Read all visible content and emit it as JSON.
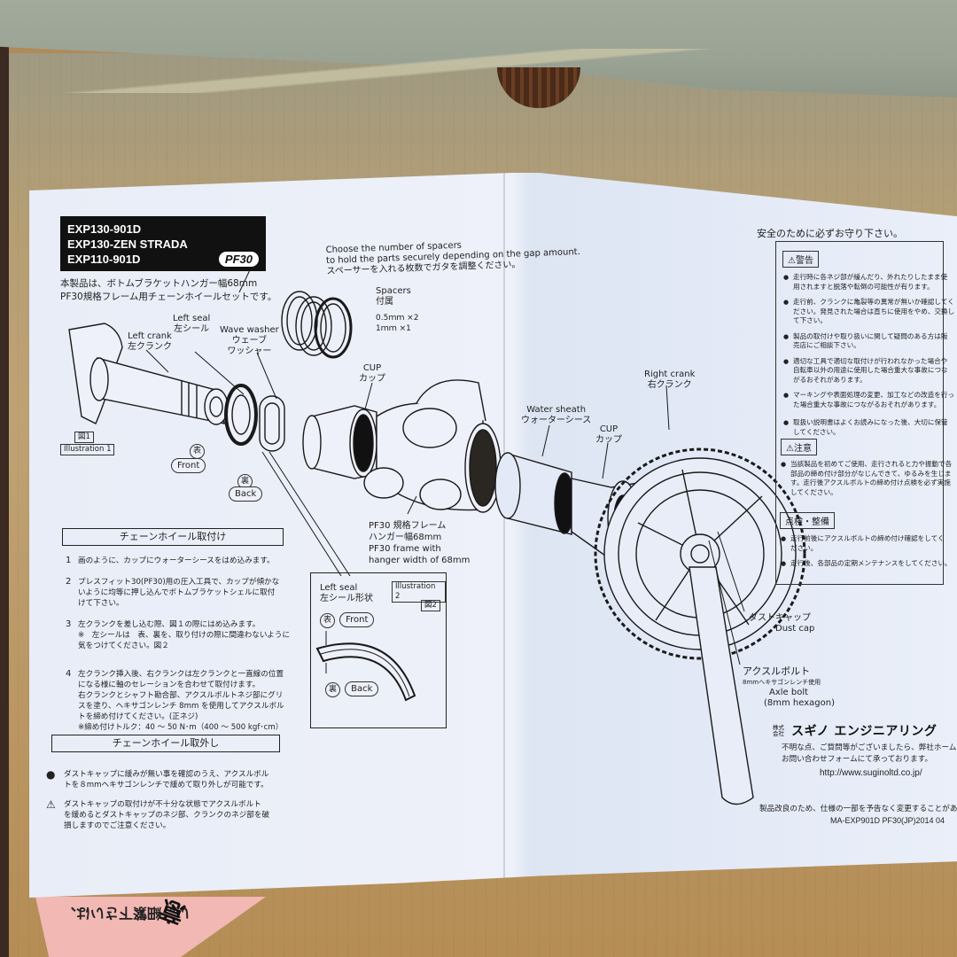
{
  "scene": {
    "description": "Printed bicycle chainwheel installation instruction sheet on a cardboard box",
    "colors": {
      "paper": "#eef1f9",
      "ink": "#1a1a1a",
      "cardboard": "#b58d55",
      "box_lid": "#9aa394",
      "pink_sheet": "#f2b8b4"
    },
    "pink_sheet_text": [
      "い。",
      "細繁下さい",
      "は、"
    ],
    "pink_sheet_big": "意"
  },
  "header": {
    "models": [
      "EXP130-901D",
      "EXP130-ZEN STRADA",
      "EXP110-901D"
    ],
    "badge": "PF30",
    "intro_lines": [
      "本製品は、ボトムブラケットハンガー幅68mm",
      "PF30規格フレーム用チェーンホイールセットです。"
    ]
  },
  "diagram": {
    "spacer_note": {
      "en_lines": [
        "Choose the number of spacers",
        "to hold the parts securely depending on the gap amount."
      ],
      "jp": "スペーサーを入れる枚数でガタを調整ください。"
    },
    "spacers": {
      "en": "Spacers",
      "jp": "付属",
      "sizes": [
        "0.5ｍｍ ×2",
        "1ｍｍ ×1"
      ]
    },
    "left_seal": {
      "en": "Left seal",
      "jp": "左シール"
    },
    "wave_washer": {
      "en": "Wave washer",
      "jp_lines": [
        "ウェーブ",
        "ワッシャー"
      ]
    },
    "left_crank": {
      "en": "Left crank",
      "jp": "左クランク"
    },
    "cup_left": {
      "en": "CUP",
      "jp": "カップ"
    },
    "cup_right": {
      "en": "CUP",
      "jp": "カップ"
    },
    "water_sheath": {
      "en": "Water sheath",
      "jp": "ウォーターシース"
    },
    "right_crank": {
      "en": "Right crank",
      "jp": "右クランク"
    },
    "frame": {
      "jp_lines": [
        "PF30 規格フレーム",
        "ハンガー幅68mm"
      ],
      "en_lines": [
        "PF30 frame with",
        "hanger width of 68mm"
      ]
    },
    "illustration1": {
      "jp": "図1",
      "en": "Illustration 1"
    },
    "front": {
      "jp": "表",
      "en": "Front"
    },
    "back": {
      "jp": "裏",
      "en": "Back"
    },
    "dust_cap": {
      "jp": "ダストキャップ",
      "en": "Dust cap"
    },
    "axle_bolt": {
      "jp": "アクスルボルト",
      "jp_sub": "8mmヘキサゴンレンチ使用",
      "en": "Axle bolt",
      "en_sub": "(8mm hexagon)"
    }
  },
  "illustration2": {
    "tag_en": "Illustration 2",
    "tag_jp": "図2",
    "title_en": "Left seal",
    "title_jp": "左シール形状",
    "front_jp": "表",
    "front_en": "Front",
    "back_jp": "裏",
    "back_en": "Back"
  },
  "install": {
    "heading": "チェーンホイール取付け",
    "steps": [
      {
        "num": "1",
        "lines": [
          "画のように、カップにウォーターシースをはめ込みます。"
        ]
      },
      {
        "num": "2",
        "lines": [
          "プレスフィット30(PF30)用の圧入工具で、カップが傾かな",
          "いように均等に押し込んでボトムブラケットシェルに取付",
          "けて下さい。"
        ]
      },
      {
        "num": "3",
        "lines": [
          "左クランクを差し込む際、図１の際にはめ込みます。",
          "※　左シールは　表、裏を、取り付けの際に間違わないように",
          "気をつけてください。図２"
        ]
      },
      {
        "num": "4",
        "lines": [
          "左クランク挿入後、右クランクは左クランクと一直線の位置",
          "になる様に軸のセレーションを合わせて取付けます。",
          "右クランクとシャフト勘合部、アクスルボルトネジ部にグリ",
          "スを塗り、ヘキサゴンレンチ 8mm を使用してアクスルボル",
          "トを締め付けてください。(正ネジ)",
          "※締め付けトルク：40 ～ 50 N･m（400 ～ 500 kgf･cm）"
        ]
      }
    ]
  },
  "removal": {
    "heading": "チェーンホイール取外し",
    "items": [
      {
        "icon": "●",
        "lines": [
          "ダストキャップに緩みが無い事を確認のうえ、アクスルボル",
          "トを８mmヘキサゴンレンチで緩めて取り外しが可能です。"
        ]
      },
      {
        "icon": "⚠",
        "lines": [
          "ダストキャップの取付けが不十分な状態でアクスルボルト",
          "を緩めるとダストキャップのネジ部、クランクのネジ部を破",
          "損しますのでご注意ください。"
        ]
      }
    ]
  },
  "safety": {
    "title": "安全のために必ずお守り下さい。",
    "warning": {
      "label": "⚠警告",
      "items": [
        [
          "走行時に各ネジ部が緩んだり、外れたりしたまま使",
          "用されますと脱落や転倒の可能性が有ります。"
        ],
        [
          "走行前、クランクに亀裂等の異常が無いか確認してく",
          "ださい。発見された場合は直ちに使用をやめ、交換し",
          "て下さい。"
        ],
        [
          "製品の取付けや取り扱いに関して疑問のある方は販",
          "売店にご相談下さい。"
        ],
        [
          "適切な工具で適切な取付けが行われなかった場合や",
          "自転車以外の用途に使用した場合重大な事故につな",
          "がるおそれがあります。"
        ],
        [
          "マーキングや表面処理の変更、加工などの改造を行っ",
          "た場合重大な事故につながるおそれがあります。"
        ],
        [
          "取扱い説明書はよくお読みになった後、大切に保管",
          "してください。"
        ]
      ]
    },
    "caution": {
      "label": "⚠注意",
      "items": [
        [
          "当該製品を初めてご使用、走行されると力や振動で各",
          "部品の締め付け部分がなじんできて、ゆるみを生じま",
          "す。走行後アクスルボルトの締め付け点検を必ず実施",
          "してください。"
        ]
      ]
    },
    "maintenance": {
      "label": "点検・整備",
      "items": [
        [
          "走行前後にアクスルボルトの締め付け確認をしてく",
          "ださい。"
        ],
        [
          "走行後、各部品の定期メンテナンスをしてください。"
        ]
      ]
    }
  },
  "footer": {
    "company_prefix": [
      "株式",
      "会社"
    ],
    "company_name": "スギノ エンジニアリング",
    "contact_lines": [
      "不明な点、ご質問等がございましたら、弊社ホームペー",
      "お問い合わせフォームにて承っております。"
    ],
    "url": "http://www.suginoltd.co.jp/",
    "notice": "製品改良のため、仕様の一部を予告なく変更することがありま",
    "doc_id": "MA-EXP901D PF30(JP)2014 04"
  }
}
